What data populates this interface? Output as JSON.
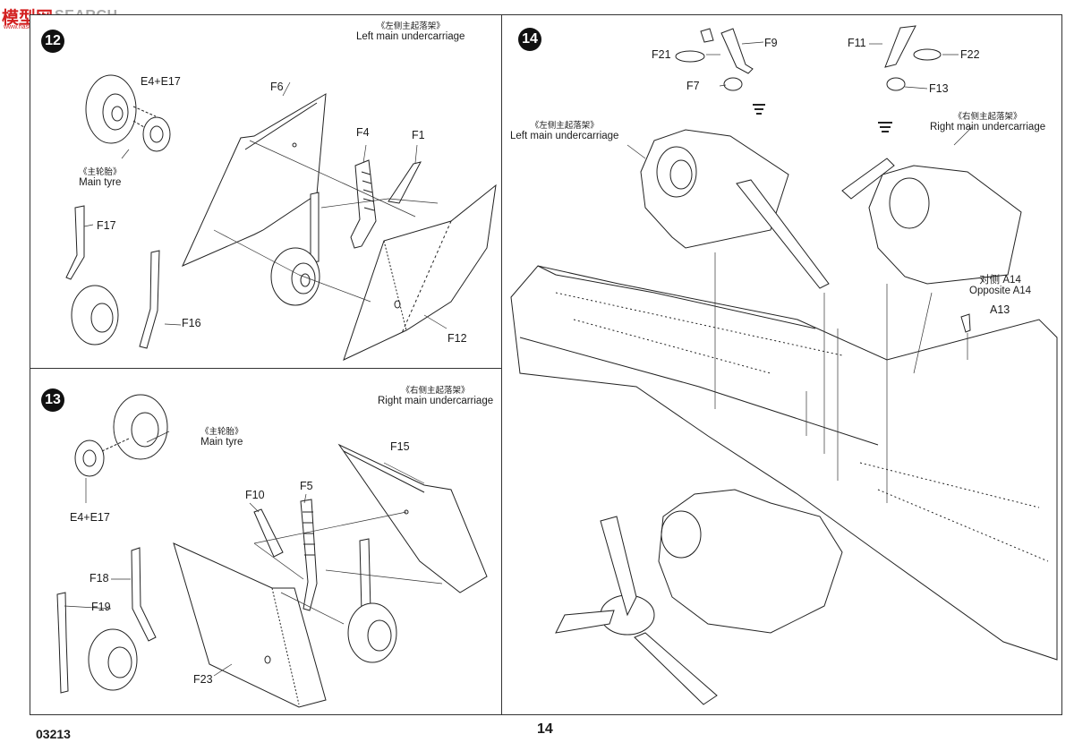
{
  "watermark": {
    "cn": "模型网",
    "en": "SEARCH",
    "url": "www.hasuu.com"
  },
  "footer": {
    "code": "03213",
    "page": "14"
  },
  "step12": {
    "number": "12",
    "caption_cn": "《左侧主起落架》",
    "caption_en": "Left main undercarriage",
    "tyre_cn": "《主轮胎》",
    "tyre_en": "Main tyre",
    "parts": [
      "E4+E17",
      "F6",
      "F4",
      "F1",
      "F17",
      "F16",
      "F12"
    ]
  },
  "step13": {
    "number": "13",
    "caption_cn": "《右侧主起落架》",
    "caption_en": "Right main undercarriage",
    "tyre_cn": "《主轮胎》",
    "tyre_en": "Main tyre",
    "parts": [
      "E4+E17",
      "F15",
      "F10",
      "F5",
      "F18",
      "F19",
      "F23"
    ]
  },
  "step14": {
    "number": "14",
    "left_caption_cn": "《左侧主起落架》",
    "left_caption_en": "Left main undercarriage",
    "right_caption_cn": "《右侧主起落架》",
    "right_caption_en": "Right main undercarriage",
    "opposite_cn": "对侧",
    "opposite_part": "A14",
    "opposite_en": "Opposite A14",
    "parts": [
      "F21",
      "F9",
      "F7",
      "F11",
      "F22",
      "F13",
      "A13"
    ]
  }
}
